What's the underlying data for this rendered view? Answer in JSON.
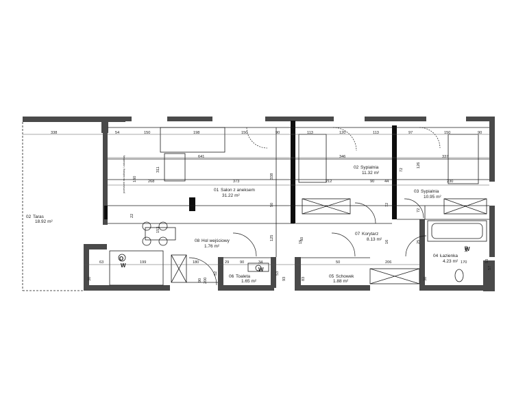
{
  "rooms": [
    {
      "id": "terrace",
      "num": "02",
      "name": "Taras",
      "area": "18.92 m²"
    },
    {
      "id": "living",
      "num": "01",
      "name": "Salon z aneksem",
      "area": "31.22 m²"
    },
    {
      "id": "bedroom-1",
      "num": "02",
      "name": "Sypialnia",
      "area": "11.32 m²"
    },
    {
      "id": "bedroom-2",
      "num": "03",
      "name": "Sypialnia",
      "area": "10.95 m²"
    },
    {
      "id": "hall",
      "num": "08",
      "name": "Hol wejściowy",
      "area": "1.76 m²"
    },
    {
      "id": "corridor",
      "num": "07",
      "name": "Korytarz",
      "area": "8.13 m²"
    },
    {
      "id": "bathroom",
      "num": "04",
      "name": "Łazienka",
      "area": "4.23 m²"
    },
    {
      "id": "toilet",
      "num": "06",
      "name": "Toaleta",
      "area": "1.65 m²"
    },
    {
      "id": "storage",
      "num": "05",
      "name": "Schowek",
      "area": "1.88 m²"
    }
  ],
  "dimensions": {
    "top": [
      "338",
      "54",
      "150",
      "198",
      "150",
      "90",
      "113",
      "120",
      "113",
      "97",
      "150",
      "90"
    ],
    "row2": [
      "641",
      "346",
      "337"
    ],
    "row3": [
      "268",
      "373",
      "212",
      "90",
      "44",
      "230"
    ],
    "bottom": [
      "63",
      "199",
      "180",
      "29",
      "90",
      "34",
      "50",
      "206",
      "170"
    ],
    "vertical": [
      "311",
      "160",
      "338",
      "153",
      "22",
      "125",
      "50",
      "72",
      "150",
      "126",
      "15",
      "16",
      "25",
      "72",
      "72",
      "52",
      "53",
      "83",
      "93",
      "50",
      "30",
      "30",
      "53",
      "57"
    ],
    "door_marks": [
      "90",
      "200"
    ]
  },
  "annotations": {
    "appliance_note": "przestrzeń na lodówkę / zabudowę",
    "washer": "W",
    "oven": "O"
  },
  "colors": {
    "wall": "#4a4a4a",
    "wall_dark": "#0d0d0d",
    "line": "#1a1a1a",
    "dim_line": "#555555"
  }
}
